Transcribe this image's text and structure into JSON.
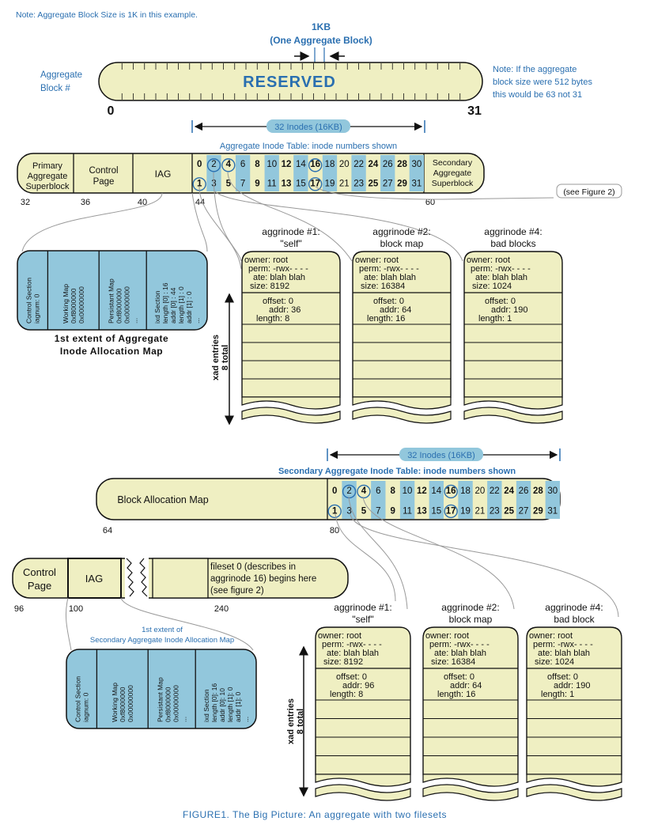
{
  "note_top": "Note: Aggregate Block Size is 1K in this example.",
  "kb_label": "1KB",
  "kb_sub": "(One Aggregate Block)",
  "agg_block_label": [
    "Aggregate",
    "Block #"
  ],
  "reserved": "RESERVED",
  "reserved_start": "0",
  "reserved_end": "31",
  "note_right": [
    "Note: If the aggregate",
    "block size were 512 bytes",
    "this would be 63 not 31"
  ],
  "inodes_32": "32 Inodes (16KB)",
  "ait_title": "Aggregate Inode Table: inode numbers shown",
  "primary_super": [
    "Primary",
    "Aggregate",
    "Superblock"
  ],
  "control_page": [
    "Control",
    "Page"
  ],
  "iag": "IAG",
  "secondary_super": [
    "Secondary",
    "Aggregate",
    "Superblock"
  ],
  "inode_top_row": [
    "0",
    "2",
    "4",
    "6",
    "8",
    "10",
    "12",
    "14",
    "16",
    "18",
    "20",
    "22",
    "24",
    "26",
    "28",
    "30"
  ],
  "inode_bottom_row": [
    "1",
    "3",
    "5",
    "7",
    "9",
    "11",
    "13",
    "15",
    "17",
    "19",
    "21",
    "23",
    "25",
    "27",
    "29",
    "31"
  ],
  "ait_offsets": [
    "32",
    "36",
    "40",
    "44",
    "60"
  ],
  "see_figure2": "(see Figure 2)",
  "imap_extent": {
    "cols": [
      [
        "Control Section",
        "iagnum: 0"
      ],
      [
        "Working Map",
        "0xf8000000",
        "0x00000000"
      ],
      [
        "Persistant Map",
        "0xf8000000",
        "0x00000000",
        "..."
      ],
      [
        "ixd Section",
        "length [0] : 16",
        "addr [0] : 44",
        "length [1] : 0",
        "addr [1] : 0",
        "..."
      ]
    ],
    "caption": [
      "1st extent of Aggregate",
      "Inode Allocation Map"
    ]
  },
  "xad_label": [
    "xad entries",
    "8 total"
  ],
  "aggrinodes_primary": [
    {
      "title": [
        "aggrinode #1:",
        "\"self\""
      ],
      "owner": "owner: root",
      "perm": "perm: -rwx- - - -",
      "ate": "ate: blah blah",
      "size": "size: 8192",
      "offset": "offset: 0",
      "addr": "addr: 36",
      "length": "length: 8"
    },
    {
      "title": [
        "aggrinode #2:",
        "block map"
      ],
      "owner": "owner: root",
      "perm": "perm: -rwx- - - -",
      "ate": "ate: blah blah",
      "size": "size: 16384",
      "offset": "offset: 0",
      "addr": "addr: 64",
      "length": "length: 16"
    },
    {
      "title": [
        "aggrinode #4:",
        "bad blocks"
      ],
      "owner": "owner: root",
      "perm": "perm: -rwx- - - -",
      "ate": "ate: blah blah",
      "size": "size: 1024",
      "offset": "offset: 0",
      "addr": "addr: 190",
      "length": "length: 1"
    }
  ],
  "sec_inodes_32": "32 Inodes (16KB)",
  "sec_ait_title": "Secondary Aggregate Inode Table: inode numbers shown",
  "block_alloc_map": "Block Allocation Map",
  "bam_offsets": [
    "64",
    "80"
  ],
  "fileset_bar": {
    "control_page": [
      "Control",
      "Page"
    ],
    "iag": "IAG",
    "fileset_text": [
      "fileset 0 (describes in",
      "aggrinode 16) begins here",
      "(see figure 2)"
    ],
    "offsets": [
      "96",
      "100",
      "240"
    ]
  },
  "sec_extent_label": [
    "1st extent of",
    "Secondary Aggregate Inode Allocation Map"
  ],
  "sec_imap_extent": {
    "cols": [
      [
        "Control Section",
        "iagnum: 0"
      ],
      [
        "Working Map",
        "0xf8000000",
        "0x00000000"
      ],
      [
        "Persistant Map",
        "0xf8000000",
        "0x00000000",
        "..."
      ],
      [
        "ixd Section",
        "length [0]: 16",
        "addr [0]: 10",
        "length [1]: 0",
        "addr [1]: 0",
        "..."
      ]
    ]
  },
  "aggrinodes_secondary": [
    {
      "title": [
        "aggrinode #1:",
        "\"self\""
      ],
      "owner": "owner: root",
      "perm": "perm: -rwx- - - -",
      "ate": "ate: blah blah",
      "size": "size: 8192",
      "offset": "offset: 0",
      "addr": "addr: 96",
      "length": "length: 8"
    },
    {
      "title": [
        "aggrinode #2:",
        "block map"
      ],
      "owner": "owner: root",
      "perm": "perm: -rwx- - - -",
      "ate": "ate: blah blah",
      "size": "size: 16384",
      "offset": "offset: 0",
      "addr": "addr: 64",
      "length": "length: 16"
    },
    {
      "title": [
        "aggrinode #4:",
        "bad block"
      ],
      "owner": "owner: root",
      "perm": "perm: -rwx- - - -",
      "ate": "ate: blah blah",
      "size": "size: 1024",
      "offset": "offset: 0",
      "addr": "addr: 190",
      "length": "length: 1"
    }
  ],
  "caption": "FIGURE1. The Big Picture: An aggregate with two filesets",
  "colors": {
    "cream": "#efefc2",
    "blue_fill": "#92c7dc",
    "accent": "#2a6fb0",
    "stroke": "#111111"
  }
}
